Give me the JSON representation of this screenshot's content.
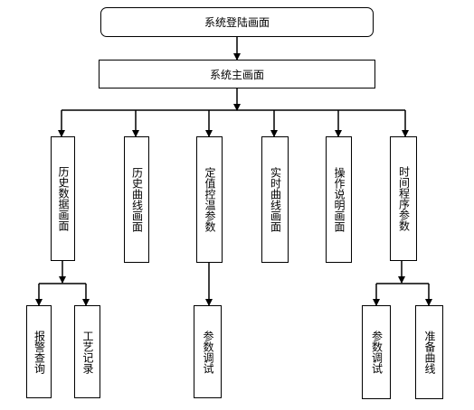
{
  "root": {
    "label": "系统登陆画面"
  },
  "main": {
    "label": "系统主画面"
  },
  "modules": {
    "history_data": "历史数据画面",
    "history_curve": "历史曲线画面",
    "setpoint_params": "定值控温参数",
    "realtime_curve": "实时曲线画面",
    "manual": "操作说明画面",
    "time_program": "时间程序参数"
  },
  "submodules": {
    "alarm_query": "报警查询",
    "process_record": "工艺记录",
    "param_debug_1": "参数调试",
    "param_debug_2": "参数调试",
    "prep_curve": "准备曲线"
  }
}
